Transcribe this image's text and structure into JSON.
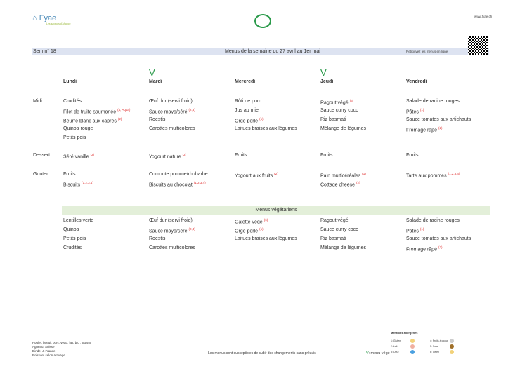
{
  "header": {
    "logo": "Fyae",
    "logo_sub": "Les saveurs d'Afrance",
    "website": "www.fyae.ch",
    "week": "Sem n° 18",
    "title": "Menus de la semaine du 27 avril au 1er mai",
    "online": "Retrouvez les menus en ligne"
  },
  "v_mark": "V",
  "days": [
    "Lundi",
    "Mardi",
    "Mercredi",
    "Jeudi",
    "Vendredi"
  ],
  "veg_days": [
    false,
    true,
    false,
    true,
    false
  ],
  "rows": [
    {
      "label": "Midi",
      "cells": [
        [
          {
            "t": "Crudités"
          },
          {
            "t": "Filet de truite saumonée",
            "s": "(4, Aqua)"
          },
          {
            "t": "Beurre blanc aux câpres",
            "s": "(2)"
          },
          {
            "t": "Quinoa rouge"
          },
          {
            "t": "Petits pois"
          }
        ],
        [
          {
            "t": "Œuf dur (servi froid)"
          },
          {
            "t": "Sauce mayo/séré",
            "s": "(2,3)"
          },
          {
            "t": "Roestis"
          },
          {
            "t": "Carottes multicolores"
          }
        ],
        [
          {
            "t": "Rôti de porc"
          },
          {
            "t": "Jus au miel"
          },
          {
            "t": "Orge perlé",
            "s": "(1)"
          },
          {
            "t": "Laitues braisés aux légumes"
          }
        ],
        [
          {
            "t": "Ragout végé",
            "s": "(6)"
          },
          {
            "t": "Sauce curry coco"
          },
          {
            "t": "Riz basmati"
          },
          {
            "t": "Mélange de légumes"
          }
        ],
        [
          {
            "t": "Salade de racine rouges"
          },
          {
            "t": "Pâtes",
            "s": "(1)"
          },
          {
            "t": "Sauce tomates aux artichauts"
          },
          {
            "t": "Fromage râpé",
            "s": "(2)"
          }
        ]
      ]
    },
    {
      "label": "Dessert",
      "cells": [
        [
          {
            "t": "Séré vanille",
            "s": "(2)"
          }
        ],
        [
          {
            "t": "Yogourt nature",
            "s": "(2)"
          }
        ],
        [
          {
            "t": "Fruits"
          }
        ],
        [
          {
            "t": "Fruits"
          }
        ],
        [
          {
            "t": "Fruits"
          }
        ]
      ]
    },
    {
      "label": "Gouter",
      "cells": [
        [
          {
            "t": "Fruits"
          },
          {
            "t": "Biscuits",
            "s": "(1,2,3,4)"
          }
        ],
        [
          {
            "t": "Compote pomme/rhubarbe"
          },
          {
            "t": "Biscuits au chocolat",
            "s": "(1,2,3,4)"
          }
        ],
        [
          {
            "t": "Yogourt aux fruits",
            "s": "(2)"
          }
        ],
        [
          {
            "t": "Pain multicéréales",
            "s": "(1)"
          },
          {
            "t": "Cottage cheese",
            "s": "(2)"
          }
        ],
        [
          {
            "t": "Tarte aux pommes",
            "s": "(1,2,3,4)"
          }
        ]
      ]
    }
  ],
  "veg": {
    "title": "Menus végétariens",
    "cells": [
      [
        {
          "t": "Lentilles verte"
        },
        {
          "t": "Quinoa"
        },
        {
          "t": "Petits pois"
        },
        {
          "t": "Crudités"
        }
      ],
      [
        {
          "t": "Œuf dur (servi froid)"
        },
        {
          "t": "Sauce mayo/séré",
          "s": "(2,3)"
        },
        {
          "t": "Roestis"
        },
        {
          "t": "Carottes multicolores"
        }
      ],
      [
        {
          "t": "Galette végé",
          "s": "(6)"
        },
        {
          "t": "Orge perlé",
          "s": "(1)"
        },
        {
          "t": "Laitues braisés aux légumes"
        }
      ],
      [
        {
          "t": "Ragout végé"
        },
        {
          "t": "Sauce curry coco"
        },
        {
          "t": "Riz basmati"
        },
        {
          "t": "Mélange de légumes"
        }
      ],
      [
        {
          "t": "Salade de racine rouges"
        },
        {
          "t": "Pâtes",
          "s": "(1)"
        },
        {
          "t": "Sauce tomates aux artichauts"
        },
        {
          "t": "Fromage râpé",
          "s": "(2)"
        }
      ]
    ]
  },
  "footer": {
    "origins": [
      "Poulet, boeuf, porc, veau, lait, bio : Suisse",
      "Agneau: Suisse",
      "Dinde: & France",
      "Poisson: selon arrivage"
    ],
    "notice": "Les menus sont susceptibles de subir des changements sans préavis",
    "veg_legend_v": "V",
    "veg_legend": ": menu végé",
    "allergen_title": "Mentions allergènes",
    "allergens": [
      "1: Gluten",
      "2: Lait",
      "3: Oeuf",
      "4: Fruits à coque",
      "5: Soja",
      "6: Céleri"
    ]
  }
}
